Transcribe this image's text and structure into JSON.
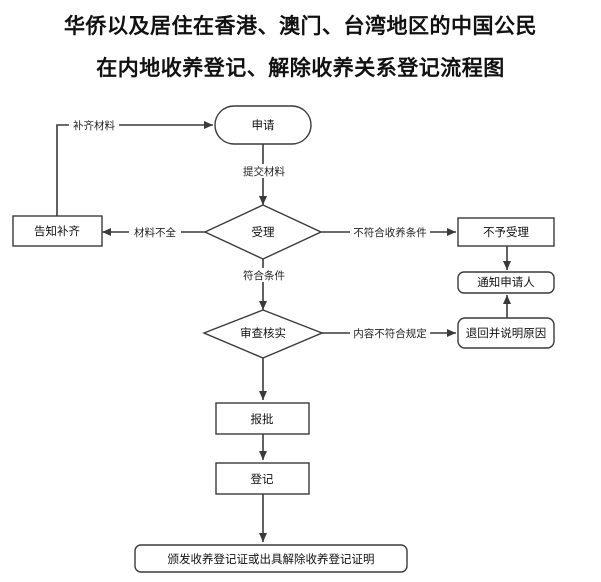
{
  "title": {
    "line1": "华侨以及居住在香港、澳门、台湾地区的中国公民",
    "line2": "在内地收养登记、解除收养关系登记流程图"
  },
  "nodes": {
    "apply": "申请",
    "accept": "受理",
    "notify_supplement": "告知补齐",
    "reject": "不予受理",
    "notify_applicant": "通知申请人",
    "review": "审查核实",
    "return_reason": "退回并说明原因",
    "report": "报批",
    "register": "登记",
    "issue": "颁发收养登记证或出具解除收养登记证明"
  },
  "edges": {
    "supplement_materials": "补齐材料",
    "submit_materials": "提交材料",
    "materials_incomplete": "材料不全",
    "not_meet_conditions": "不符合收养条件",
    "meet_conditions": "符合条件",
    "content_not_compliant": "内容不符合规定"
  }
}
